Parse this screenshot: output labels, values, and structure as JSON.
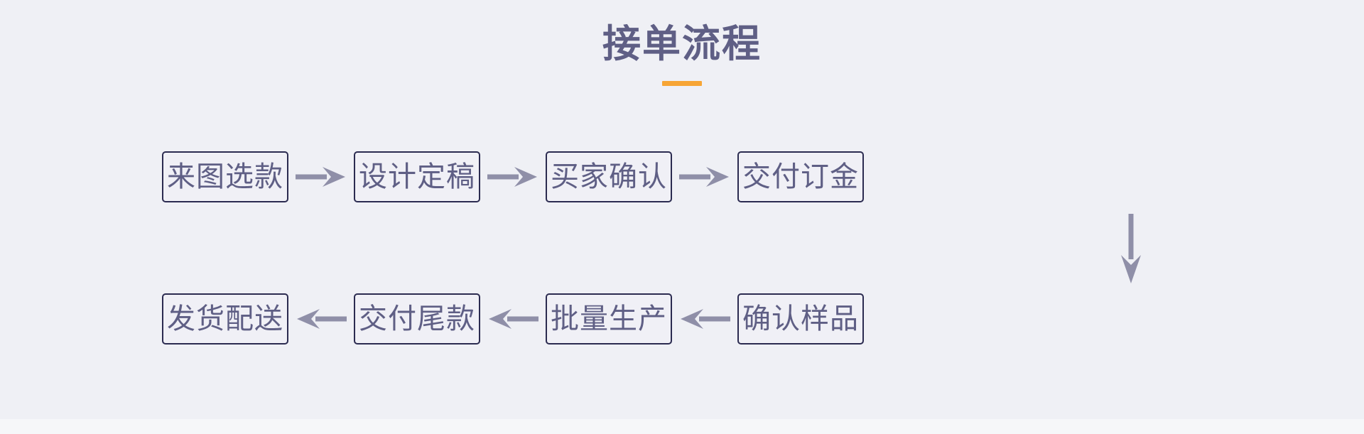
{
  "header": {
    "title": "接单流程",
    "accent_color": "#f7a535"
  },
  "theme": {
    "background": "#eff0f5",
    "bottom_strip": "#f6f7f9",
    "box_border": "#2b2b50",
    "box_fill": "#f0f0f6",
    "text_color": "#5f5f85",
    "arrow_color": "#8f8fa8"
  },
  "flow": {
    "row_1": {
      "direction": "left-to-right",
      "nodes": [
        {
          "label": "来图选款"
        },
        {
          "label": "设计定稿"
        },
        {
          "label": "买家确认"
        },
        {
          "label": "交付订金"
        }
      ]
    },
    "connector_vertical": {
      "direction": "down",
      "from": "交付订金",
      "to": "确认样品"
    },
    "row_2": {
      "direction": "right-to-left",
      "nodes": [
        {
          "label": "发货配送"
        },
        {
          "label": "交付尾款"
        },
        {
          "label": "批量生产"
        },
        {
          "label": "确认样品"
        }
      ]
    }
  }
}
